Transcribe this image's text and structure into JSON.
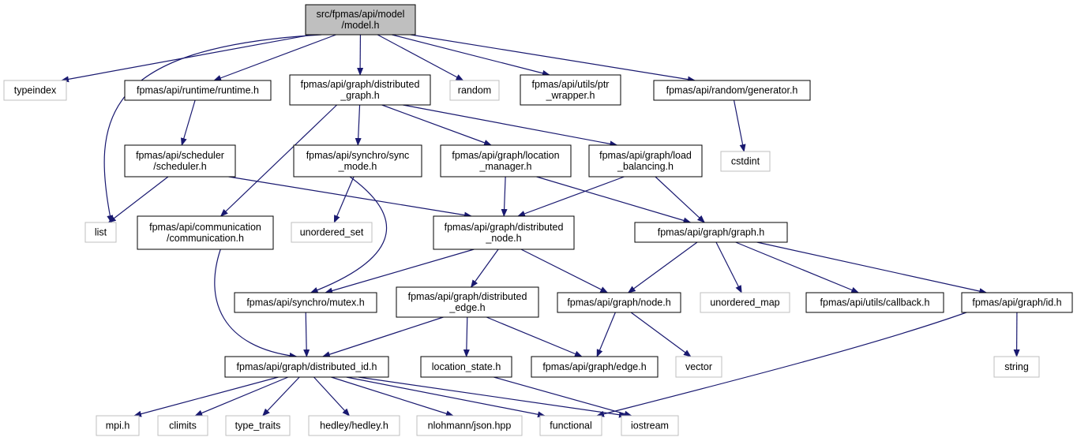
{
  "colors": {
    "edge": "#191970",
    "root_fill": "#bfbfbf",
    "external_border": "#bfbfbf",
    "header_border": "#000000",
    "background": "#ffffff"
  },
  "nodes": [
    {
      "id": "model",
      "lines": [
        "src/fpmas/api/model",
        "/model.h"
      ],
      "kind": "root"
    },
    {
      "id": "typeindex",
      "lines": [
        "typeindex"
      ],
      "kind": "external"
    },
    {
      "id": "list",
      "lines": [
        "list"
      ],
      "kind": "external"
    },
    {
      "id": "runtime",
      "lines": [
        "fpmas/api/runtime/runtime.h"
      ],
      "kind": "header"
    },
    {
      "id": "distgraph",
      "lines": [
        "fpmas/api/graph/distributed",
        "_graph.h"
      ],
      "kind": "header"
    },
    {
      "id": "random",
      "lines": [
        "random"
      ],
      "kind": "external"
    },
    {
      "id": "ptrwrapper",
      "lines": [
        "fpmas/api/utils/ptr",
        "_wrapper.h"
      ],
      "kind": "header"
    },
    {
      "id": "generator",
      "lines": [
        "fpmas/api/random/generator.h"
      ],
      "kind": "header"
    },
    {
      "id": "cstdint",
      "lines": [
        "cstdint"
      ],
      "kind": "external"
    },
    {
      "id": "scheduler",
      "lines": [
        "fpmas/api/scheduler",
        "/scheduler.h"
      ],
      "kind": "header"
    },
    {
      "id": "syncmode",
      "lines": [
        "fpmas/api/synchro/sync",
        "_mode.h"
      ],
      "kind": "header"
    },
    {
      "id": "locmgr",
      "lines": [
        "fpmas/api/graph/location",
        "_manager.h"
      ],
      "kind": "header"
    },
    {
      "id": "loadbal",
      "lines": [
        "fpmas/api/graph/load",
        "_balancing.h"
      ],
      "kind": "header"
    },
    {
      "id": "comm",
      "lines": [
        "fpmas/api/communication",
        "/communication.h"
      ],
      "kind": "header"
    },
    {
      "id": "unordset",
      "lines": [
        "unordered_set"
      ],
      "kind": "external"
    },
    {
      "id": "distnode",
      "lines": [
        "fpmas/api/graph/distributed",
        "_node.h"
      ],
      "kind": "header"
    },
    {
      "id": "graph",
      "lines": [
        "fpmas/api/graph/graph.h"
      ],
      "kind": "header"
    },
    {
      "id": "mutex",
      "lines": [
        "fpmas/api/synchro/mutex.h"
      ],
      "kind": "header"
    },
    {
      "id": "distedge",
      "lines": [
        "fpmas/api/graph/distributed",
        "_edge.h"
      ],
      "kind": "header"
    },
    {
      "id": "node",
      "lines": [
        "fpmas/api/graph/node.h"
      ],
      "kind": "header"
    },
    {
      "id": "unordmap",
      "lines": [
        "unordered_map"
      ],
      "kind": "external"
    },
    {
      "id": "callback",
      "lines": [
        "fpmas/api/utils/callback.h"
      ],
      "kind": "header"
    },
    {
      "id": "id",
      "lines": [
        "fpmas/api/graph/id.h"
      ],
      "kind": "header"
    },
    {
      "id": "distid",
      "lines": [
        "fpmas/api/graph/distributed_id.h"
      ],
      "kind": "header"
    },
    {
      "id": "locstate",
      "lines": [
        "location_state.h"
      ],
      "kind": "header"
    },
    {
      "id": "edge",
      "lines": [
        "fpmas/api/graph/edge.h"
      ],
      "kind": "header"
    },
    {
      "id": "vector",
      "lines": [
        "vector"
      ],
      "kind": "external"
    },
    {
      "id": "string",
      "lines": [
        "string"
      ],
      "kind": "external"
    },
    {
      "id": "mpi",
      "lines": [
        "mpi.h"
      ],
      "kind": "external"
    },
    {
      "id": "climits",
      "lines": [
        "climits"
      ],
      "kind": "external"
    },
    {
      "id": "typetraits",
      "lines": [
        "type_traits"
      ],
      "kind": "external"
    },
    {
      "id": "hedley",
      "lines": [
        "hedley/hedley.h"
      ],
      "kind": "external"
    },
    {
      "id": "json",
      "lines": [
        "nlohmann/json.hpp"
      ],
      "kind": "external"
    },
    {
      "id": "functional",
      "lines": [
        "functional"
      ],
      "kind": "external"
    },
    {
      "id": "iostream",
      "lines": [
        "iostream"
      ],
      "kind": "external"
    }
  ],
  "edges": [
    [
      "model",
      "typeindex"
    ],
    [
      "model",
      "list"
    ],
    [
      "model",
      "runtime"
    ],
    [
      "model",
      "distgraph"
    ],
    [
      "model",
      "random"
    ],
    [
      "model",
      "ptrwrapper"
    ],
    [
      "model",
      "generator"
    ],
    [
      "runtime",
      "scheduler"
    ],
    [
      "scheduler",
      "list"
    ],
    [
      "scheduler",
      "distnode"
    ],
    [
      "generator",
      "cstdint"
    ],
    [
      "distgraph",
      "comm"
    ],
    [
      "distgraph",
      "syncmode"
    ],
    [
      "distgraph",
      "locmgr"
    ],
    [
      "distgraph",
      "loadbal"
    ],
    [
      "syncmode",
      "unordset"
    ],
    [
      "syncmode",
      "mutex"
    ],
    [
      "locmgr",
      "distnode"
    ],
    [
      "locmgr",
      "graph"
    ],
    [
      "loadbal",
      "distnode"
    ],
    [
      "loadbal",
      "graph"
    ],
    [
      "comm",
      "distid"
    ],
    [
      "distnode",
      "mutex"
    ],
    [
      "distnode",
      "distedge"
    ],
    [
      "distnode",
      "node"
    ],
    [
      "graph",
      "node"
    ],
    [
      "graph",
      "unordmap"
    ],
    [
      "graph",
      "callback"
    ],
    [
      "graph",
      "id"
    ],
    [
      "mutex",
      "distid"
    ],
    [
      "distedge",
      "distid"
    ],
    [
      "distedge",
      "locstate"
    ],
    [
      "distedge",
      "edge"
    ],
    [
      "node",
      "edge"
    ],
    [
      "node",
      "vector"
    ],
    [
      "id",
      "functional"
    ],
    [
      "id",
      "string"
    ],
    [
      "locstate",
      "iostream"
    ],
    [
      "distid",
      "mpi"
    ],
    [
      "distid",
      "climits"
    ],
    [
      "distid",
      "typetraits"
    ],
    [
      "distid",
      "hedley"
    ],
    [
      "distid",
      "json"
    ],
    [
      "distid",
      "functional"
    ],
    [
      "distid",
      "iostream"
    ]
  ]
}
